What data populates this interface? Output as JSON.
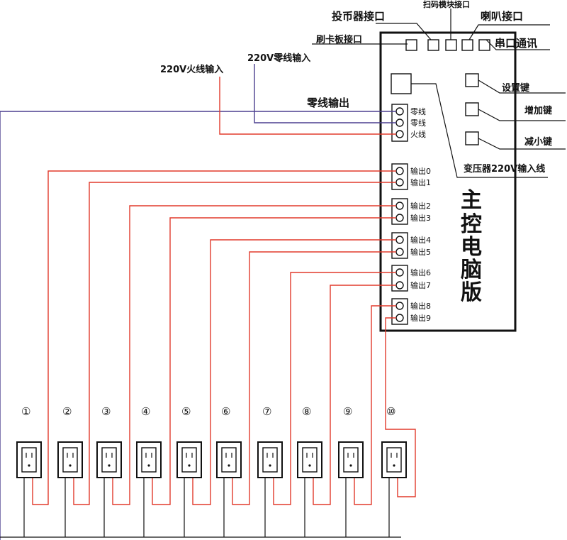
{
  "board": {
    "title_chars": [
      "主",
      "控",
      "电",
      "脑",
      "版"
    ]
  },
  "labels": {
    "coin_port": "投币器接口",
    "scan_port": "扫码模块接口",
    "speaker_port": "喇叭接口",
    "card_port": "刷卡板接口",
    "serial": "串口通讯",
    "neutral_in": "220V零线输入",
    "live_in": "220V火线输入",
    "neutral_out": "零线输出",
    "set_key": "设置键",
    "up_key": "增加键",
    "down_key": "减小键",
    "transformer": "变压器220V输入线"
  },
  "terminals_power": [
    "零线",
    "零线",
    "火线"
  ],
  "outputs": [
    "输出0",
    "输出1",
    "输出2",
    "输出3",
    "输出4",
    "输出5",
    "输出6",
    "输出7",
    "输出8",
    "输出9"
  ],
  "sockets": [
    "①",
    "②",
    "③",
    "④",
    "⑤",
    "⑥",
    "⑦",
    "⑧",
    "⑨",
    "⑩"
  ]
}
